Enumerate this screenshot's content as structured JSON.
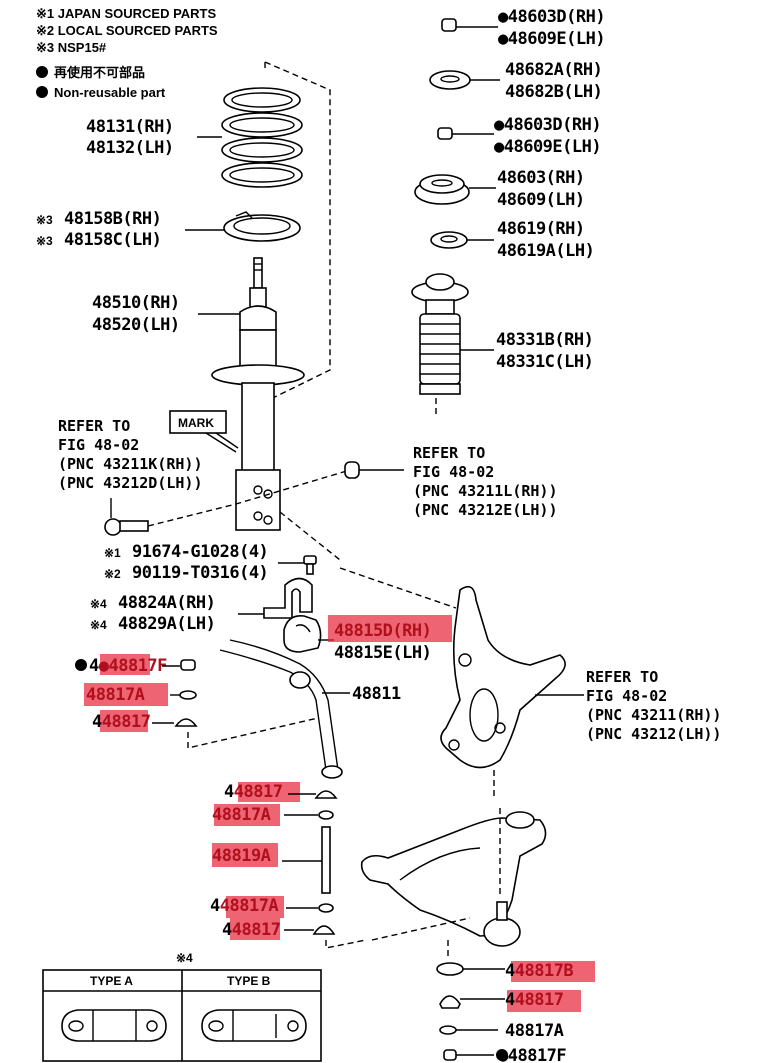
{
  "notes": {
    "note1": "※1 JAPAN SOURCED PARTS",
    "note2": "※2 LOCAL SOURCED PARTS",
    "note3": "※3 NSP15#",
    "legend_jp": "再使用不可部品",
    "legend_en": "Non-reusable part"
  },
  "colors": {
    "highlight": "#e8283c",
    "line": "#000000",
    "background": "#ffffff"
  },
  "right_column": [
    {
      "rh": "●48603D(RH)",
      "lh": "●48609E(LH)"
    },
    {
      "rh": "48682A(RH)",
      "lh": "48682B(LH)"
    },
    {
      "rh": "●48603D(RH)",
      "lh": "●48609E(LH)"
    },
    {
      "rh": "48603(RH)",
      "lh": "48609(LH)"
    },
    {
      "rh": "48619(RH)",
      "lh": "48619A(LH)"
    },
    {
      "rh": "48331B(RH)",
      "lh": "48331C(LH)"
    }
  ],
  "left_column": {
    "spring": {
      "rh": "48131(RH)",
      "lh": "48132(LH)"
    },
    "insulator": {
      "prefix": "※3",
      "rh": "48158B(RH)",
      "lh": "48158C(LH)"
    },
    "strut": {
      "rh": "48510(RH)",
      "lh": "48520(LH)"
    }
  },
  "mark_label": "MARK",
  "refer_left": {
    "l1": "REFER TO",
    "l2": "FIG 48-02",
    "l3": "(PNC 43211K(RH))",
    "l4": "(PNC 43212D(LH))"
  },
  "refer_mid": {
    "l1": "REFER TO",
    "l2": "FIG 48-02",
    "l3": "(PNC 43211L(RH))",
    "l4": "(PNC 43212E(LH))"
  },
  "refer_right": {
    "l1": "REFER TO",
    "l2": "FIG 48-02",
    "l3": "(PNC 43211(RH))",
    "l4": "(PNC 43212(LH))"
  },
  "bolts": [
    {
      "prefix": "※1",
      "text": "91674-G1028(4)"
    },
    {
      "prefix": "※2",
      "text": "90119-T0316(4)"
    }
  ],
  "bracket": [
    {
      "prefix": "※4",
      "text": "48824A(RH)"
    },
    {
      "prefix": "※4",
      "text": "48829A(LH)"
    }
  ],
  "bushing": {
    "rh": "48815D(RH)",
    "lh": "48815E(LH)"
  },
  "stabilizer_bar": "48811",
  "left_small_parts": [
    "●48817F",
    "48817A",
    "48817"
  ],
  "link_parts": [
    "48817",
    "48817A",
    "48819A",
    "48817A",
    "48817"
  ],
  "bottom_right_parts": [
    "48817B",
    "48817",
    "48817A",
    "●48817F"
  ],
  "type_table": {
    "title": "※4",
    "headers": [
      "TYPE A",
      "TYPE B"
    ]
  }
}
